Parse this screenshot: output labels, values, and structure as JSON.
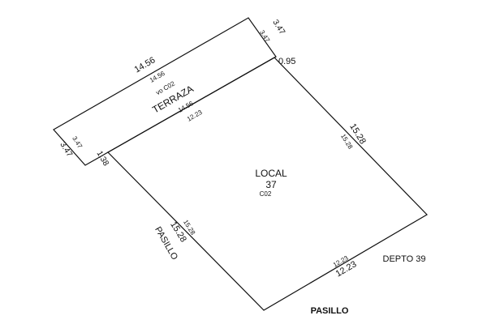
{
  "terraza": {
    "name": "TERRAZA",
    "code": "vo C02",
    "top_outer": "14.56",
    "top_inner": "14.56",
    "bottom_upper": "14.56",
    "bottom_lower": "12.23",
    "left_outer": "3.47",
    "left_inner": "3.47",
    "right_outer": "3.47",
    "right_inner": "3.47"
  },
  "local": {
    "name": "LOCAL",
    "number": "37",
    "code": "C02",
    "right_outer": "15.28",
    "right_inner": "15.28",
    "left_outer": "15.28",
    "left_inner": "15.28",
    "bottom_outer": "12.23",
    "bottom_inner": "12.23",
    "top_right_offset": "0.95",
    "left_offset": "1.38"
  },
  "neighbors": {
    "left": "PASILLO",
    "bottom": "PASILLO",
    "right": "DEPTO 39"
  }
}
